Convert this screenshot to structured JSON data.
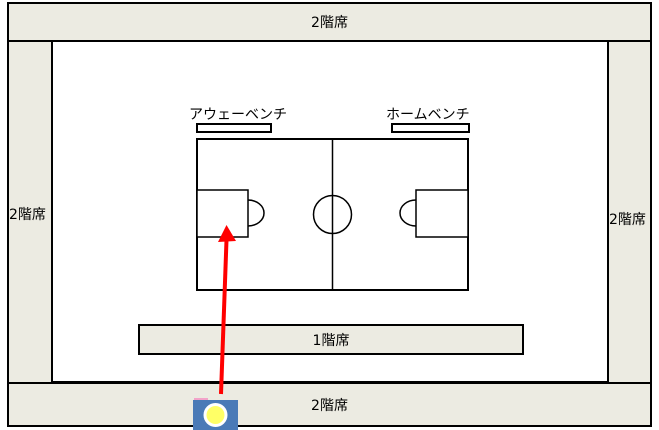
{
  "seating": {
    "top_label": "2階席",
    "left_label": "2階席",
    "right_label": "2階席",
    "bottom_label": "2階席",
    "first_floor_label": "1階席"
  },
  "benches": {
    "away_label": "アウェーベンチ",
    "home_label": "ホームベンチ"
  },
  "colors": {
    "seat_fill": "#ecebe2",
    "arrow": "#ff0000",
    "camera_body": "#4a7ab7",
    "camera_lens": "#ffff66",
    "camera_flash": "#f2a3c9"
  },
  "icons": {
    "camera": "camera-icon",
    "arrow": "arrow-up-icon"
  }
}
